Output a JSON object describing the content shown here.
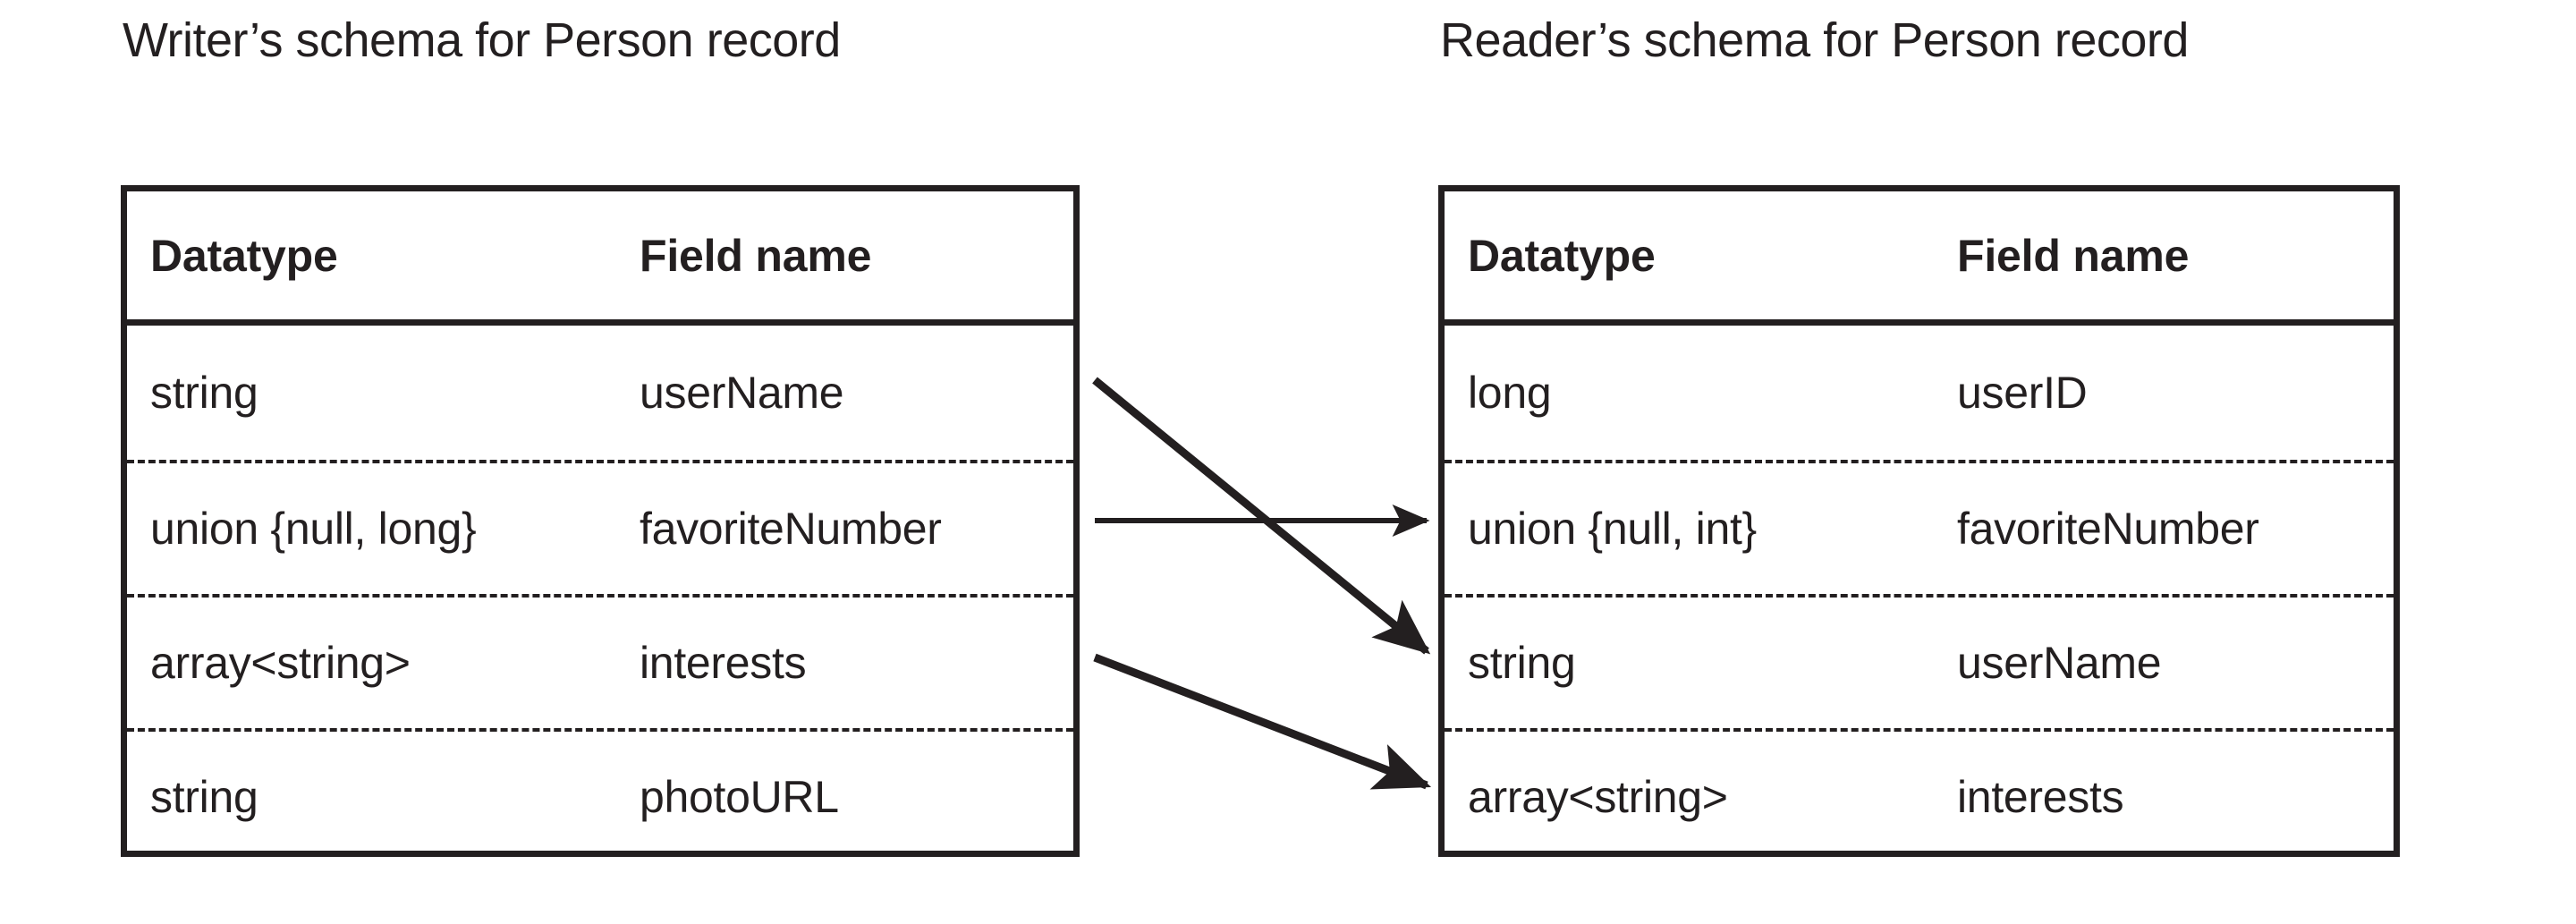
{
  "writer": {
    "title": "Writer’s schema for Person record",
    "columns": [
      "Datatype",
      "Field name"
    ],
    "rows": [
      {
        "datatype": "string",
        "field": "userName"
      },
      {
        "datatype": "union {null, long}",
        "field": "favoriteNumber"
      },
      {
        "datatype": "array<string>",
        "field": "interests"
      },
      {
        "datatype": "string",
        "field": "photoURL"
      }
    ]
  },
  "reader": {
    "title": "Reader’s schema for Person record",
    "columns": [
      "Datatype",
      "Field name"
    ],
    "rows": [
      {
        "datatype": "long",
        "field": "userID"
      },
      {
        "datatype": "union {null, int}",
        "field": "favoriteNumber"
      },
      {
        "datatype": "string",
        "field": "userName"
      },
      {
        "datatype": "array<string>",
        "field": "interests"
      }
    ]
  },
  "mappings": [
    {
      "from": "userName",
      "to": "userName"
    },
    {
      "from": "favoriteNumber",
      "to": "favoriteNumber"
    },
    {
      "from": "interests",
      "to": "interests"
    }
  ],
  "colors": {
    "ink": "#231f20",
    "background": "#ffffff"
  }
}
